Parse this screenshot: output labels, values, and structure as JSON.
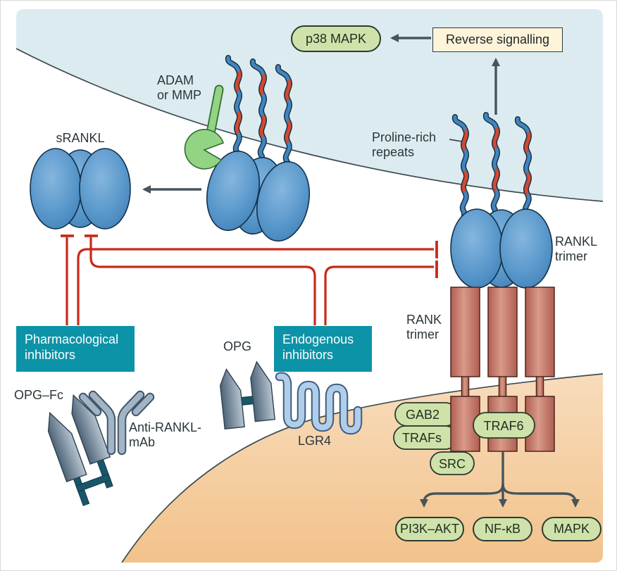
{
  "labels": {
    "srankl": "sRANKL",
    "adam_1": "ADAM",
    "adam_2": "or MMP",
    "proline_1": "Proline-rich",
    "proline_2": "repeats",
    "rankl_1": "RANKL",
    "rankl_2": "trimer",
    "rank_1": "RANK",
    "rank_2": "trimer",
    "opg_fc": "OPG–Fc",
    "anti_1": "Anti-RANKL-",
    "anti_2": "mAb",
    "opg": "OPG",
    "lgr4": "LGR4"
  },
  "boxes": {
    "pharmacological_1": "Pharmacological",
    "pharmacological_2": "inhibitors",
    "endogenous_1": "Endogenous",
    "endogenous_2": "inhibitors",
    "reverse_signalling": "Reverse signalling"
  },
  "pills": {
    "p38": "p38 MAPK",
    "gab2": "GAB2",
    "trafs": "TRAFs",
    "src": "SRC",
    "traf6": "TRAF6",
    "pi3k_akt": "PI3K–AKT",
    "nfkb": "NF-κB",
    "mapk": "MAPK"
  },
  "colors": {
    "teal_box": "#0d93a7",
    "pill_green": "#cfe2aa",
    "cream_box": "#fdf4da",
    "inhibit_red": "#c8291a",
    "arrow_dark": "#47545a",
    "ligand_blue": "#5b99cc",
    "receptor_red": "#c97f70",
    "enzyme_green": "#92d384",
    "osteoblast_bg": "#dcebef",
    "osteoclast_bg": "#f5cf9f"
  }
}
